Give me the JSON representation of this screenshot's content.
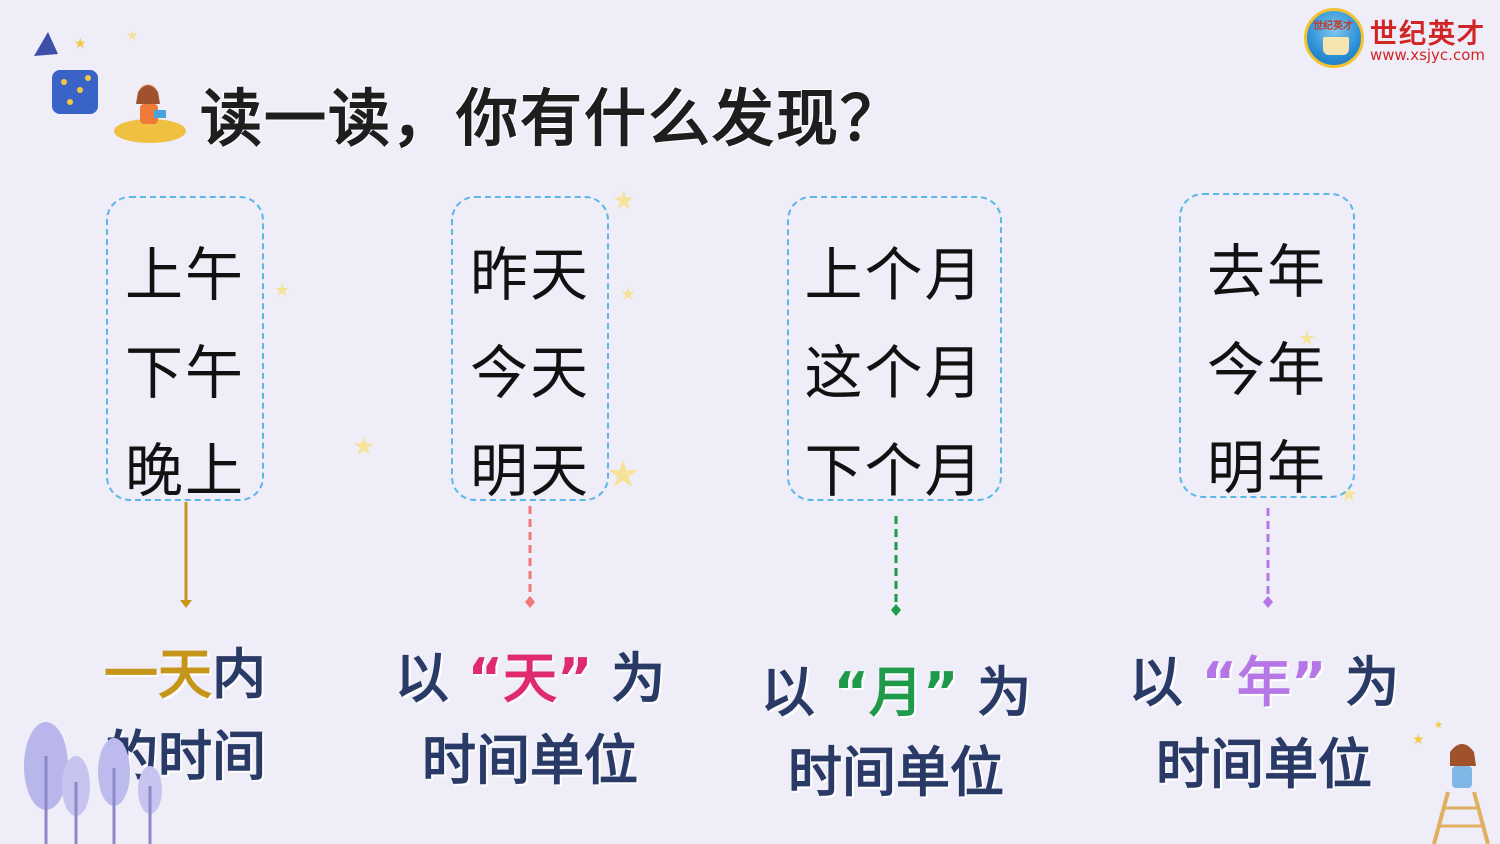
{
  "title": "读一读，你有什么发现？",
  "logo": {
    "name": "世纪英才",
    "url": "www.xsjyc.com",
    "ring_text": "世纪英才"
  },
  "colors": {
    "brown": "#c6961a",
    "pink": "#e02a6f",
    "green": "#1e9a48",
    "purple": "#b677e6",
    "navy": "#2a3a66",
    "box": "#5bb8e6"
  },
  "groups": [
    {
      "words": [
        "上午",
        "下午",
        "晚上"
      ],
      "caption": {
        "pre": "",
        "highlight": "一天",
        "post": "内",
        "line2": "的时间"
      }
    },
    {
      "words": [
        "昨天",
        "今天",
        "明天"
      ],
      "caption": {
        "pre": "以",
        "highlight": "“天”",
        "post": "为",
        "line2": "时间单位"
      }
    },
    {
      "words": [
        "上个月",
        "这个月",
        "下个月"
      ],
      "caption": {
        "pre": "以",
        "highlight": "“月”",
        "post": "为",
        "line2": "时间单位"
      }
    },
    {
      "words": [
        "去年",
        "今年",
        "明年"
      ],
      "caption": {
        "pre": "以",
        "highlight": "“年”",
        "post": "为",
        "line2": "时间单位"
      }
    }
  ]
}
